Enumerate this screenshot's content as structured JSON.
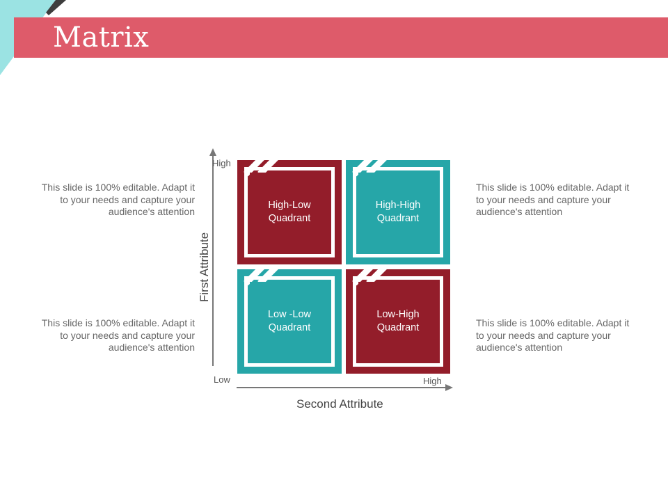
{
  "slide": {
    "title": "Matrix",
    "colors": {
      "accent": "#de5b6a",
      "red": "#931d2a",
      "teal": "#26a6a8",
      "corner_teal": "#9be3e3",
      "corner_dark": "#3d3d3d"
    }
  },
  "notes": {
    "top_left": "This slide is 100% editable. Adapt it to your needs and capture your audience's attention",
    "top_right": "This slide is 100% editable. Adapt it to your needs and capture your audience's attention",
    "bottom_left": "This slide is 100% editable. Adapt it to your needs and capture your audience's attention",
    "bottom_right": "This slide is 100% editable. Adapt it to your needs and capture your audience's attention"
  },
  "matrix": {
    "y_axis": {
      "title": "First Attribute",
      "high": "High",
      "low": "Low"
    },
    "x_axis": {
      "title": "Second Attribute",
      "high": "High"
    },
    "quadrants": {
      "top_left": {
        "label": "High-Low\nQuadrant",
        "color": "red"
      },
      "top_right": {
        "label": "High-High\nQuadrant",
        "color": "teal"
      },
      "bottom_left": {
        "label": "Low -Low\nQuadrant",
        "color": "teal"
      },
      "bottom_right": {
        "label": "Low-High\nQuadrant",
        "color": "red"
      }
    }
  }
}
